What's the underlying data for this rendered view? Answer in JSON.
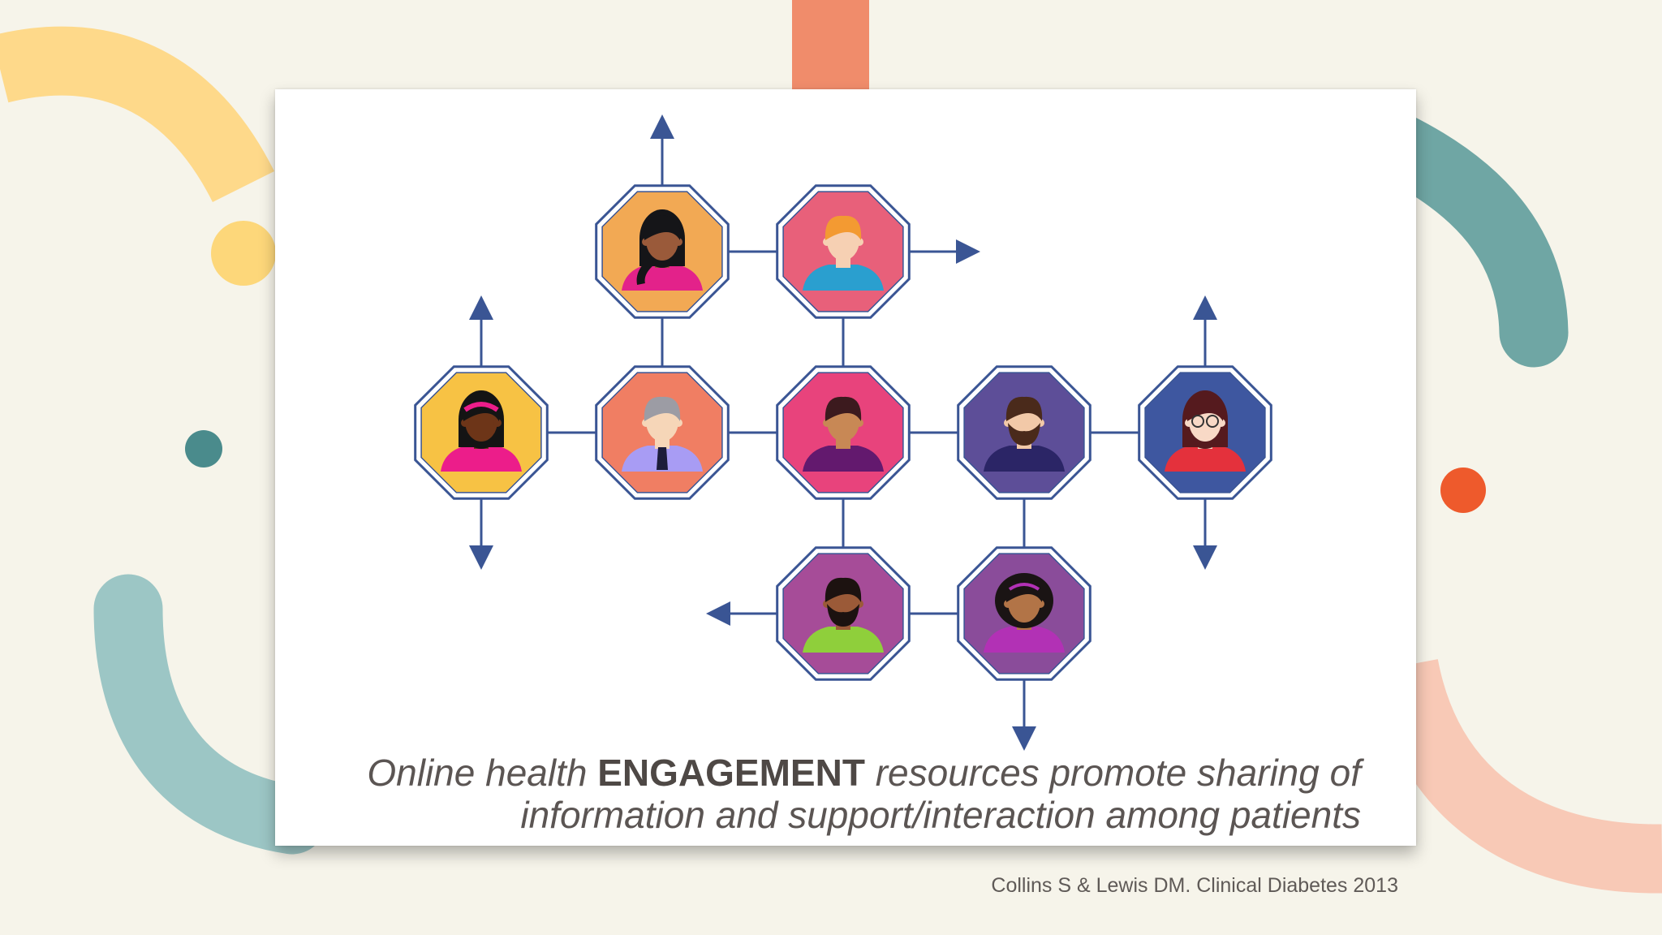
{
  "caption": {
    "part1": "Online health",
    "emphasis": "ENGAGEMENT",
    "part2": "resources promote sharing of",
    "line2": "information and support/interaction among patients"
  },
  "citation": "Collins S & Lewis DM. Clinical Diabetes 2013",
  "colors": {
    "background": "#f6f4ea",
    "card": "#ffffff",
    "connector": "#3a5594",
    "accent_yellow": "#fed98a",
    "accent_teal": "#5e9c9a",
    "accent_peach": "#f6bfa8",
    "accent_salmon": "#f08c6b",
    "accent_orange_dot": "#ee5a2c"
  },
  "nodes": [
    {
      "id": "woman-ponytail",
      "bg": "#f2a954",
      "skin": "#9a5a3a",
      "hair": "#151518",
      "shirt": "#e3228a"
    },
    {
      "id": "man-orange-hair",
      "bg": "#e8607a",
      "skin": "#f6d0b3",
      "hair": "#f39a32",
      "shirt": "#2a9fcf"
    },
    {
      "id": "woman-headband",
      "bg": "#f7c244",
      "skin": "#6d3518",
      "hair": "#141414",
      "shirt": "#ec1d8a"
    },
    {
      "id": "older-man-tie",
      "bg": "#f07e63",
      "skin": "#f6d6b8",
      "hair": "#9c9ca4",
      "shirt": "#a89cf4"
    },
    {
      "id": "woman-short-hair",
      "bg": "#e8437c",
      "skin": "#c88855",
      "hair": "#3c1a1e",
      "shirt": "#63196e"
    },
    {
      "id": "bearded-man",
      "bg": "#5d4e98",
      "skin": "#f2c9a8",
      "hair": "#4a2a1b",
      "shirt": "#2b2566"
    },
    {
      "id": "woman-glasses",
      "bg": "#3e57a0",
      "skin": "#f8d9c6",
      "hair": "#551a1e",
      "shirt": "#e4313c"
    },
    {
      "id": "man-beard-green",
      "bg": "#a64c98",
      "skin": "#9b5a38",
      "hair": "#1c1210",
      "shirt": "#8fcf3b"
    },
    {
      "id": "woman-curly-hair",
      "bg": "#8a4c9a",
      "skin": "#b27447",
      "hair": "#1a1414",
      "shirt": "#b231b5"
    }
  ]
}
